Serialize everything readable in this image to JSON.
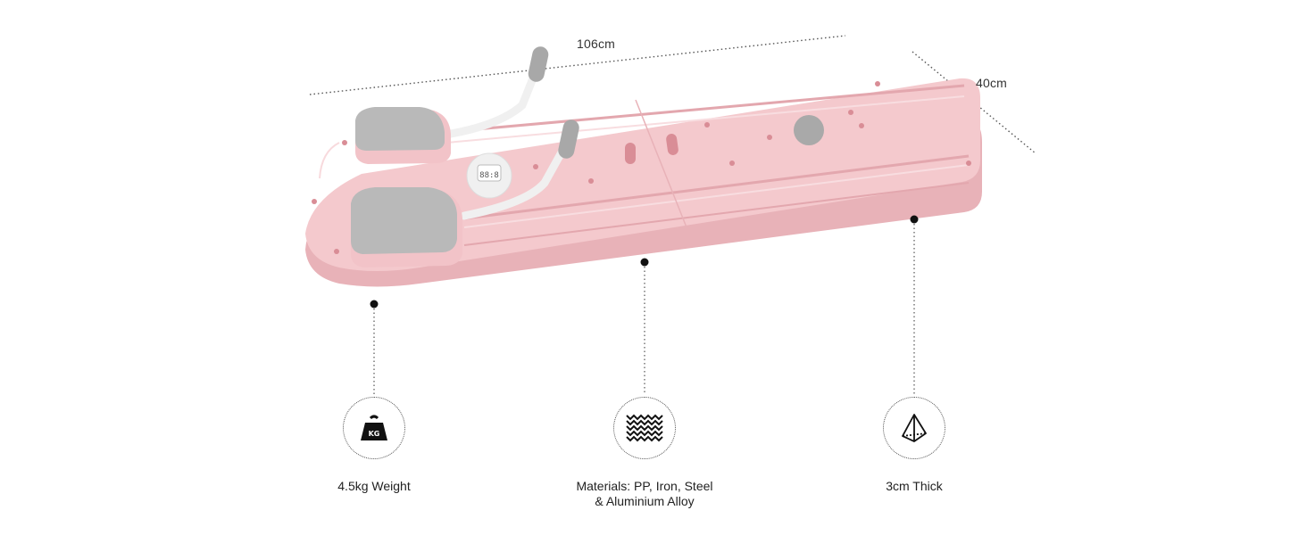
{
  "dimensions": {
    "length": "106cm",
    "width": "40cm"
  },
  "features": [
    {
      "icon": "kg-weight-icon",
      "label": "4.5kg Weight"
    },
    {
      "icon": "woven-texture-icon",
      "label": "Materials: PP, Iron, Steel\n& Aluminium Alloy"
    },
    {
      "icon": "pyramid-icon",
      "label": "3cm Thick"
    }
  ],
  "display": {
    "screen_text": "88:8"
  },
  "colors": {
    "board": "#f4c9cd",
    "board_shade": "#e8b2b8",
    "pad": "#b9b9b9",
    "handle": "#a8a8a8"
  }
}
